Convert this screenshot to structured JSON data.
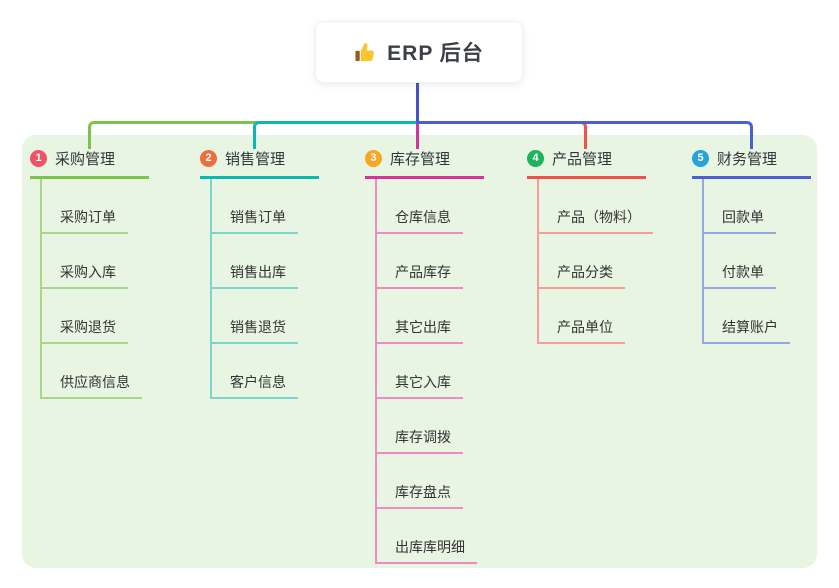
{
  "root": {
    "label": "ERP 后台",
    "icon": "thumbs-up"
  },
  "canvas": {
    "background": "#ffffff",
    "panel_background": "#e8f5e2",
    "trunk_color": "#4453cd",
    "title_color": "#3b3f46",
    "node_text_color": "#333333"
  },
  "branches": [
    {
      "index": "1",
      "label": "采购管理",
      "badge_color": "#f05266",
      "line_color": "#7dc24b",
      "child_line_color": "#a9d78a",
      "children": [
        "采购订单",
        "采购入库",
        "采购退货",
        "供应商信息"
      ]
    },
    {
      "index": "2",
      "label": "销售管理",
      "badge_color": "#ee6e3d",
      "line_color": "#0eb8b2",
      "child_line_color": "#7fd3cd",
      "children": [
        "销售订单",
        "销售出库",
        "销售退货",
        "客户信息"
      ]
    },
    {
      "index": "3",
      "label": "库存管理",
      "badge_color": "#f9a623",
      "line_color": "#d23697",
      "child_line_color": "#ee8ac4",
      "children": [
        "仓库信息",
        "产品库存",
        "其它出库",
        "其它入库",
        "库存调拨",
        "库存盘点",
        "出库库明细"
      ]
    },
    {
      "index": "4",
      "label": "产品管理",
      "badge_color": "#1fb35b",
      "line_color": "#f25148",
      "child_line_color": "#f79d97",
      "children": [
        "产品（物料）",
        "产品分类",
        "产品单位"
      ]
    },
    {
      "index": "5",
      "label": "财务管理",
      "badge_color": "#27a3dc",
      "line_color": "#4a5fd1",
      "child_line_color": "#94a9e2",
      "children": [
        "回款单",
        "付款单",
        "结算账户"
      ]
    }
  ]
}
